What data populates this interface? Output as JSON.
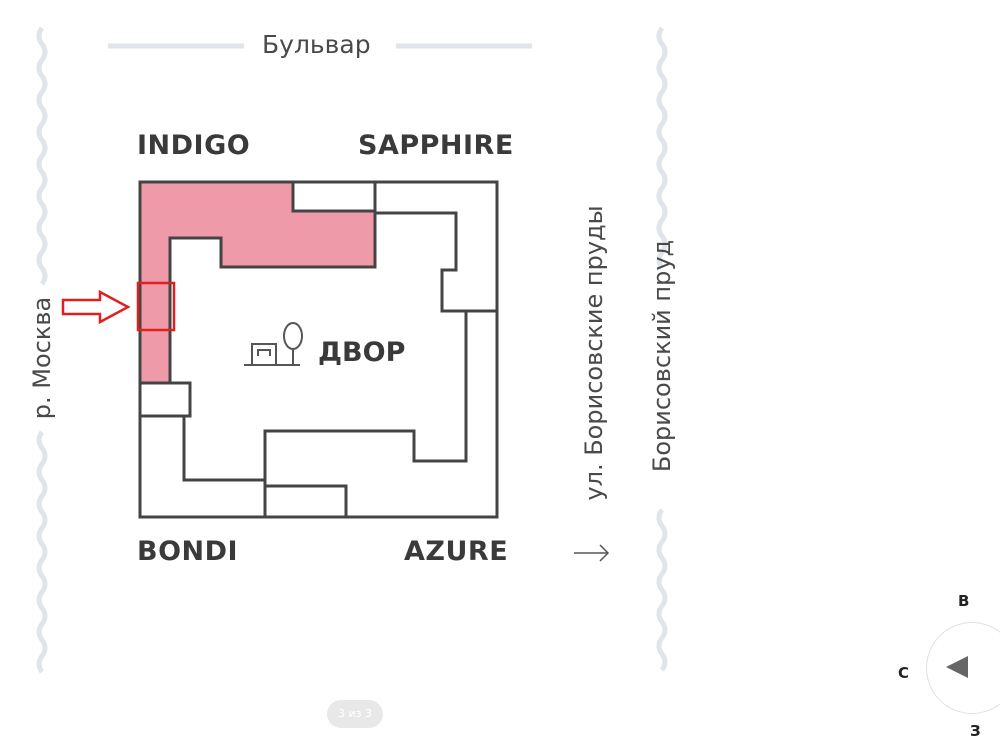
{
  "map": {
    "boulevard_label": "Бульвар",
    "river_label": "р. Москва",
    "street_label": "ул. Борисовские пруды",
    "pond_label": "Борисовский пруд",
    "yard_label": "ДВОР",
    "buildings": [
      "INDIGO",
      "SAPPHIRE",
      "BONDI",
      "AZURE"
    ],
    "highlighted_building": "INDIGO",
    "highlight_color": "#ef9aa8",
    "marker_color": "#e02020",
    "direction_arrow": "→",
    "icons": [
      "yard-building-icon",
      "tree-icon",
      "pointer-arrow-icon"
    ]
  },
  "pager": {
    "label": "3 из 3"
  },
  "compass": {
    "north": "В",
    "west": "С",
    "south": "З",
    "icon": "compass-arrow-icon"
  }
}
